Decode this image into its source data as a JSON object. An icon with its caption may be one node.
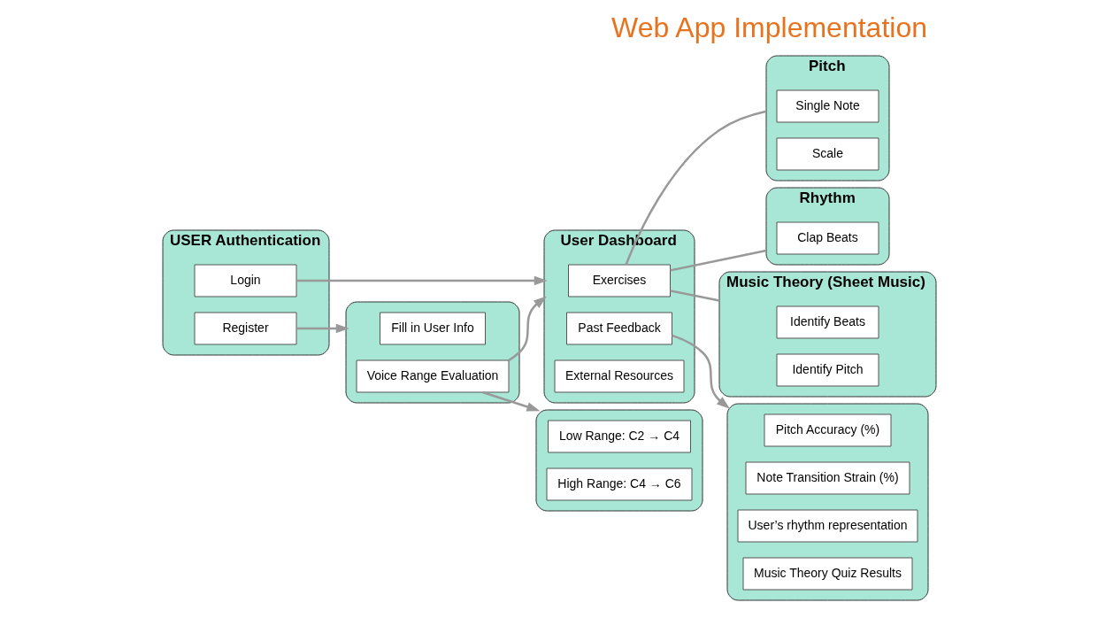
{
  "diagram": {
    "title": "Web App Implementation",
    "nodes": [
      {
        "text": [
          "USER Authentication"
        ]
      },
      {
        "text": [
          "Login"
        ],
        "in": 0
      },
      {
        "text": [
          "Register"
        ],
        "in": 0
      },
      {
        "text": [
          "User Dashboard"
        ]
      },
      {
        "text": [
          "Exercises"
        ],
        "in": 3
      },
      {
        "text": [
          "Past Feedback"
        ],
        "in": 3
      },
      {
        "text": [
          "External Resources"
        ],
        "in": 3
      },
      {
        "text": [
          "Pitch"
        ]
      },
      {
        "text": [
          "Single Note"
        ],
        "in": 7
      },
      {
        "text": [
          "Scale"
        ],
        "in": 7
      },
      {
        "text": [
          "Rhythm"
        ]
      },
      {
        "text": [
          "Clap Beats"
        ],
        "in": 10
      },
      {
        "text": [
          "Music Theory (Sheet Music)"
        ]
      },
      {
        "text": [
          "Identify Beats"
        ],
        "in": 12
      },
      {
        "text": [
          "Identify Pitch"
        ],
        "in": 12
      },
      {
        "text": [],
        "shape": "box"
      },
      {
        "text": [
          "Pitch Accuracy (%)"
        ],
        "in": 15
      },
      {
        "text": [
          "Note Transition Strain (%)"
        ],
        "in": 15
      },
      {
        "text": [
          "User’s rhythm representation"
        ],
        "in": 15
      },
      {
        "text": [
          "Music Theory Quiz Results"
        ],
        "in": 15
      },
      {
        "text": [],
        "shape": "box"
      },
      {
        "text": [
          "Fill in User Info"
        ],
        "in": 20
      },
      {
        "text": [
          "Voice Range Evaluation"
        ],
        "in": 20
      },
      {
        "text": [],
        "shape": "box"
      },
      {
        "text": [
          "Low Range: C2 → C4"
        ],
        "in": 23
      },
      {
        "text": [
          "High Range: C4 → C6"
        ],
        "in": 23
      }
    ],
    "edges": [
      {
        "from": 1,
        "to": 3,
        "arrow": "to"
      },
      {
        "from": 4,
        "to": 7,
        "arrow": "none"
      },
      {
        "from": 4,
        "to": 10,
        "arrow": "none"
      },
      {
        "from": 4,
        "to": 12,
        "arrow": "none"
      },
      {
        "from": 5,
        "to": 15,
        "arrow": "to"
      },
      {
        "from": 2,
        "to": 20,
        "arrow": "to"
      },
      {
        "from": 22,
        "to": 3,
        "arrow": "to"
      },
      {
        "from": 22,
        "to": 23,
        "arrow": "to"
      }
    ]
  }
}
